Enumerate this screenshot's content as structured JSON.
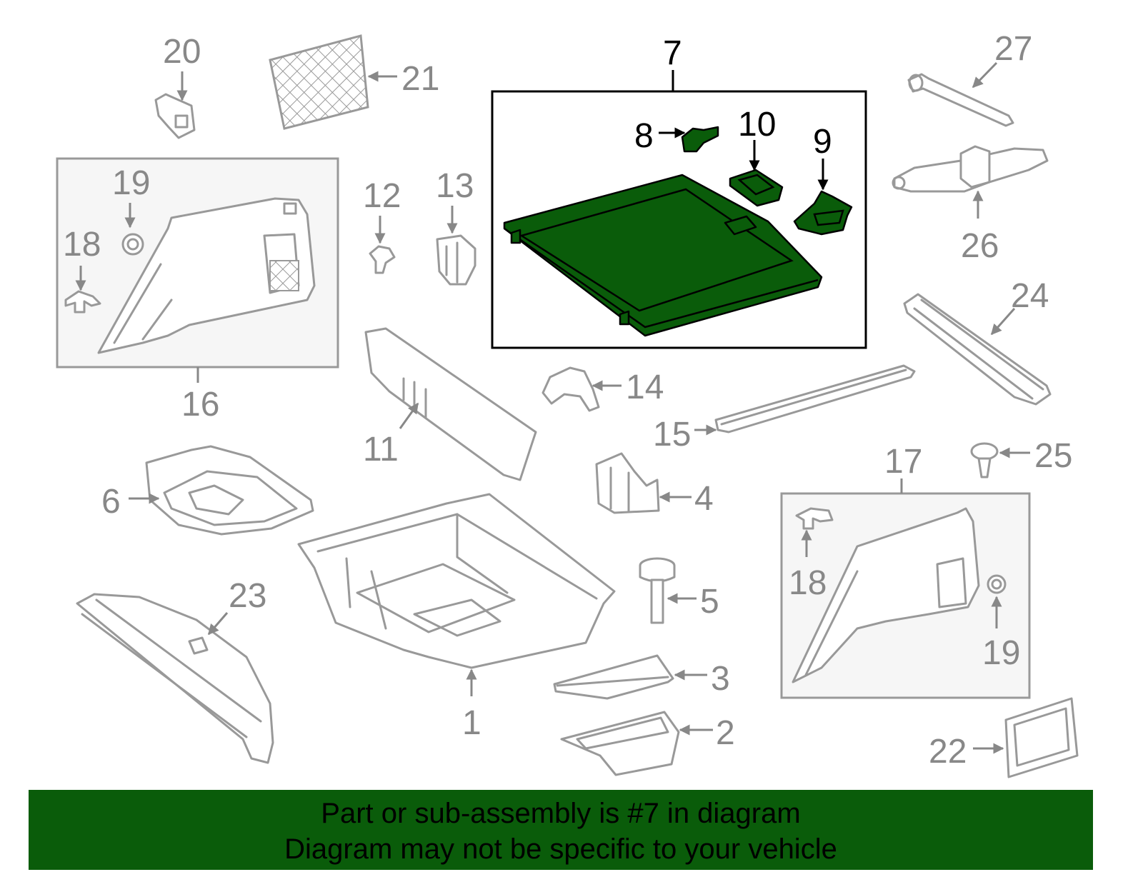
{
  "colors": {
    "highlight": "#0a5c0a",
    "banner": "#0a5c0a",
    "linework": "#999999",
    "box_fill": "#f6f6f6"
  },
  "callouts": {
    "c1": "1",
    "c2": "2",
    "c3": "3",
    "c4": "4",
    "c5": "5",
    "c6": "6",
    "c7": "7",
    "c8": "8",
    "c9": "9",
    "c10": "10",
    "c11": "11",
    "c12": "12",
    "c13": "13",
    "c14": "14",
    "c15": "15",
    "c16": "16",
    "c17": "17",
    "c18a": "18",
    "c18b": "18",
    "c19a": "19",
    "c19b": "19",
    "c20": "20",
    "c21": "21",
    "c22": "22",
    "c23": "23",
    "c24": "24",
    "c25": "25",
    "c26": "26",
    "c27": "27"
  },
  "banner": {
    "line1": "Part or sub-assembly is #7 in diagram",
    "line2": "Diagram may not be specific to your vehicle"
  }
}
